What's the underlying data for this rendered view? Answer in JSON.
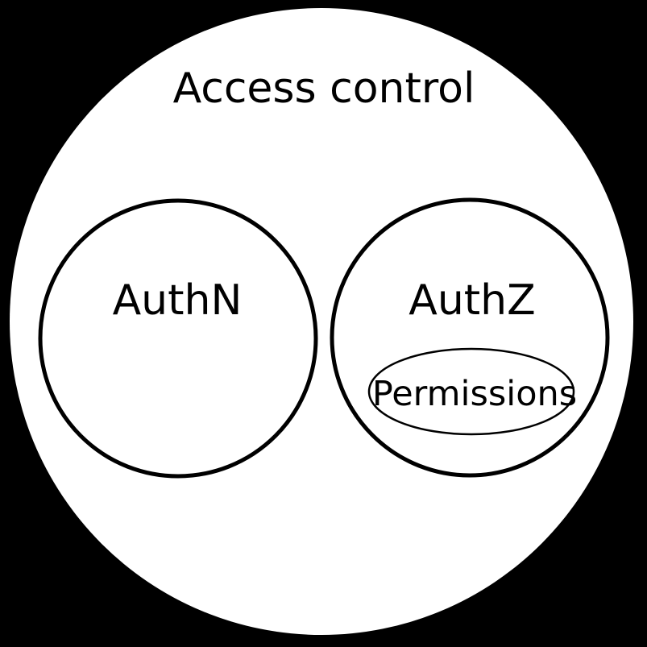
{
  "diagram": {
    "type": "euler-diagram",
    "title": "Access control",
    "colors": {
      "background": "#000000",
      "fill": "#ffffff",
      "stroke": "#000000",
      "text": "#000000"
    },
    "outer_set": {
      "label": "Access control"
    },
    "sets": [
      {
        "label": "AuthN"
      },
      {
        "label": "AuthZ"
      }
    ],
    "subsets": [
      {
        "label": "Permissions",
        "parent": "AuthZ"
      }
    ]
  }
}
